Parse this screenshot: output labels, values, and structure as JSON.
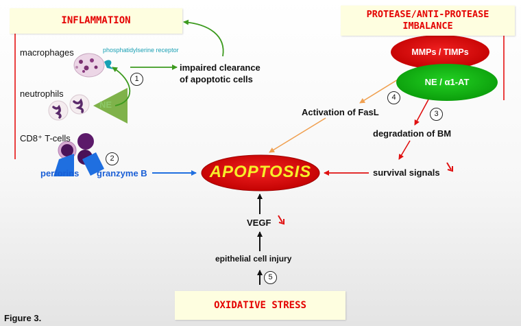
{
  "titles": {
    "inflammation": "INFLAMMATION",
    "protease": "PROTEASE/ANTI-PROTEASE IMBALANCE",
    "oxidative": "OXIDATIVE STRESS"
  },
  "cells": {
    "macrophages": "macrophages",
    "receptor": "phosphatidylserine receptor",
    "neutrophils": "neutrophils",
    "ne": "NE",
    "cd8": "CD8⁺ T-cells",
    "perforins": "perforins",
    "granzyme": "granzyme B"
  },
  "ellipses": {
    "mmps": "MMPs / TIMPs",
    "ne_aat": "NE / α1-AT",
    "apoptosis": "APOPTOSIS"
  },
  "labels": {
    "impaired": "impaired clearance\nof apoptotic cells",
    "fasl": "Activation of FasL",
    "degradation": "degradation of BM",
    "survival": "survival signals",
    "vegf": "VEGF",
    "epithelial": "epithelial cell injury"
  },
  "steps": [
    "1",
    "2",
    "3",
    "4",
    "5"
  ],
  "caption": "Figure 3.",
  "colors": {
    "title_red": "#e40000",
    "ellipse_red": "#dd0a0a",
    "ellipse_green": "#11b611",
    "arrow_green": "#3c9a1e",
    "arrow_blue": "#1f6fe0",
    "arrow_orange": "#f0a050",
    "arrow_red": "#e01010",
    "title_bg": "#fefee0"
  }
}
